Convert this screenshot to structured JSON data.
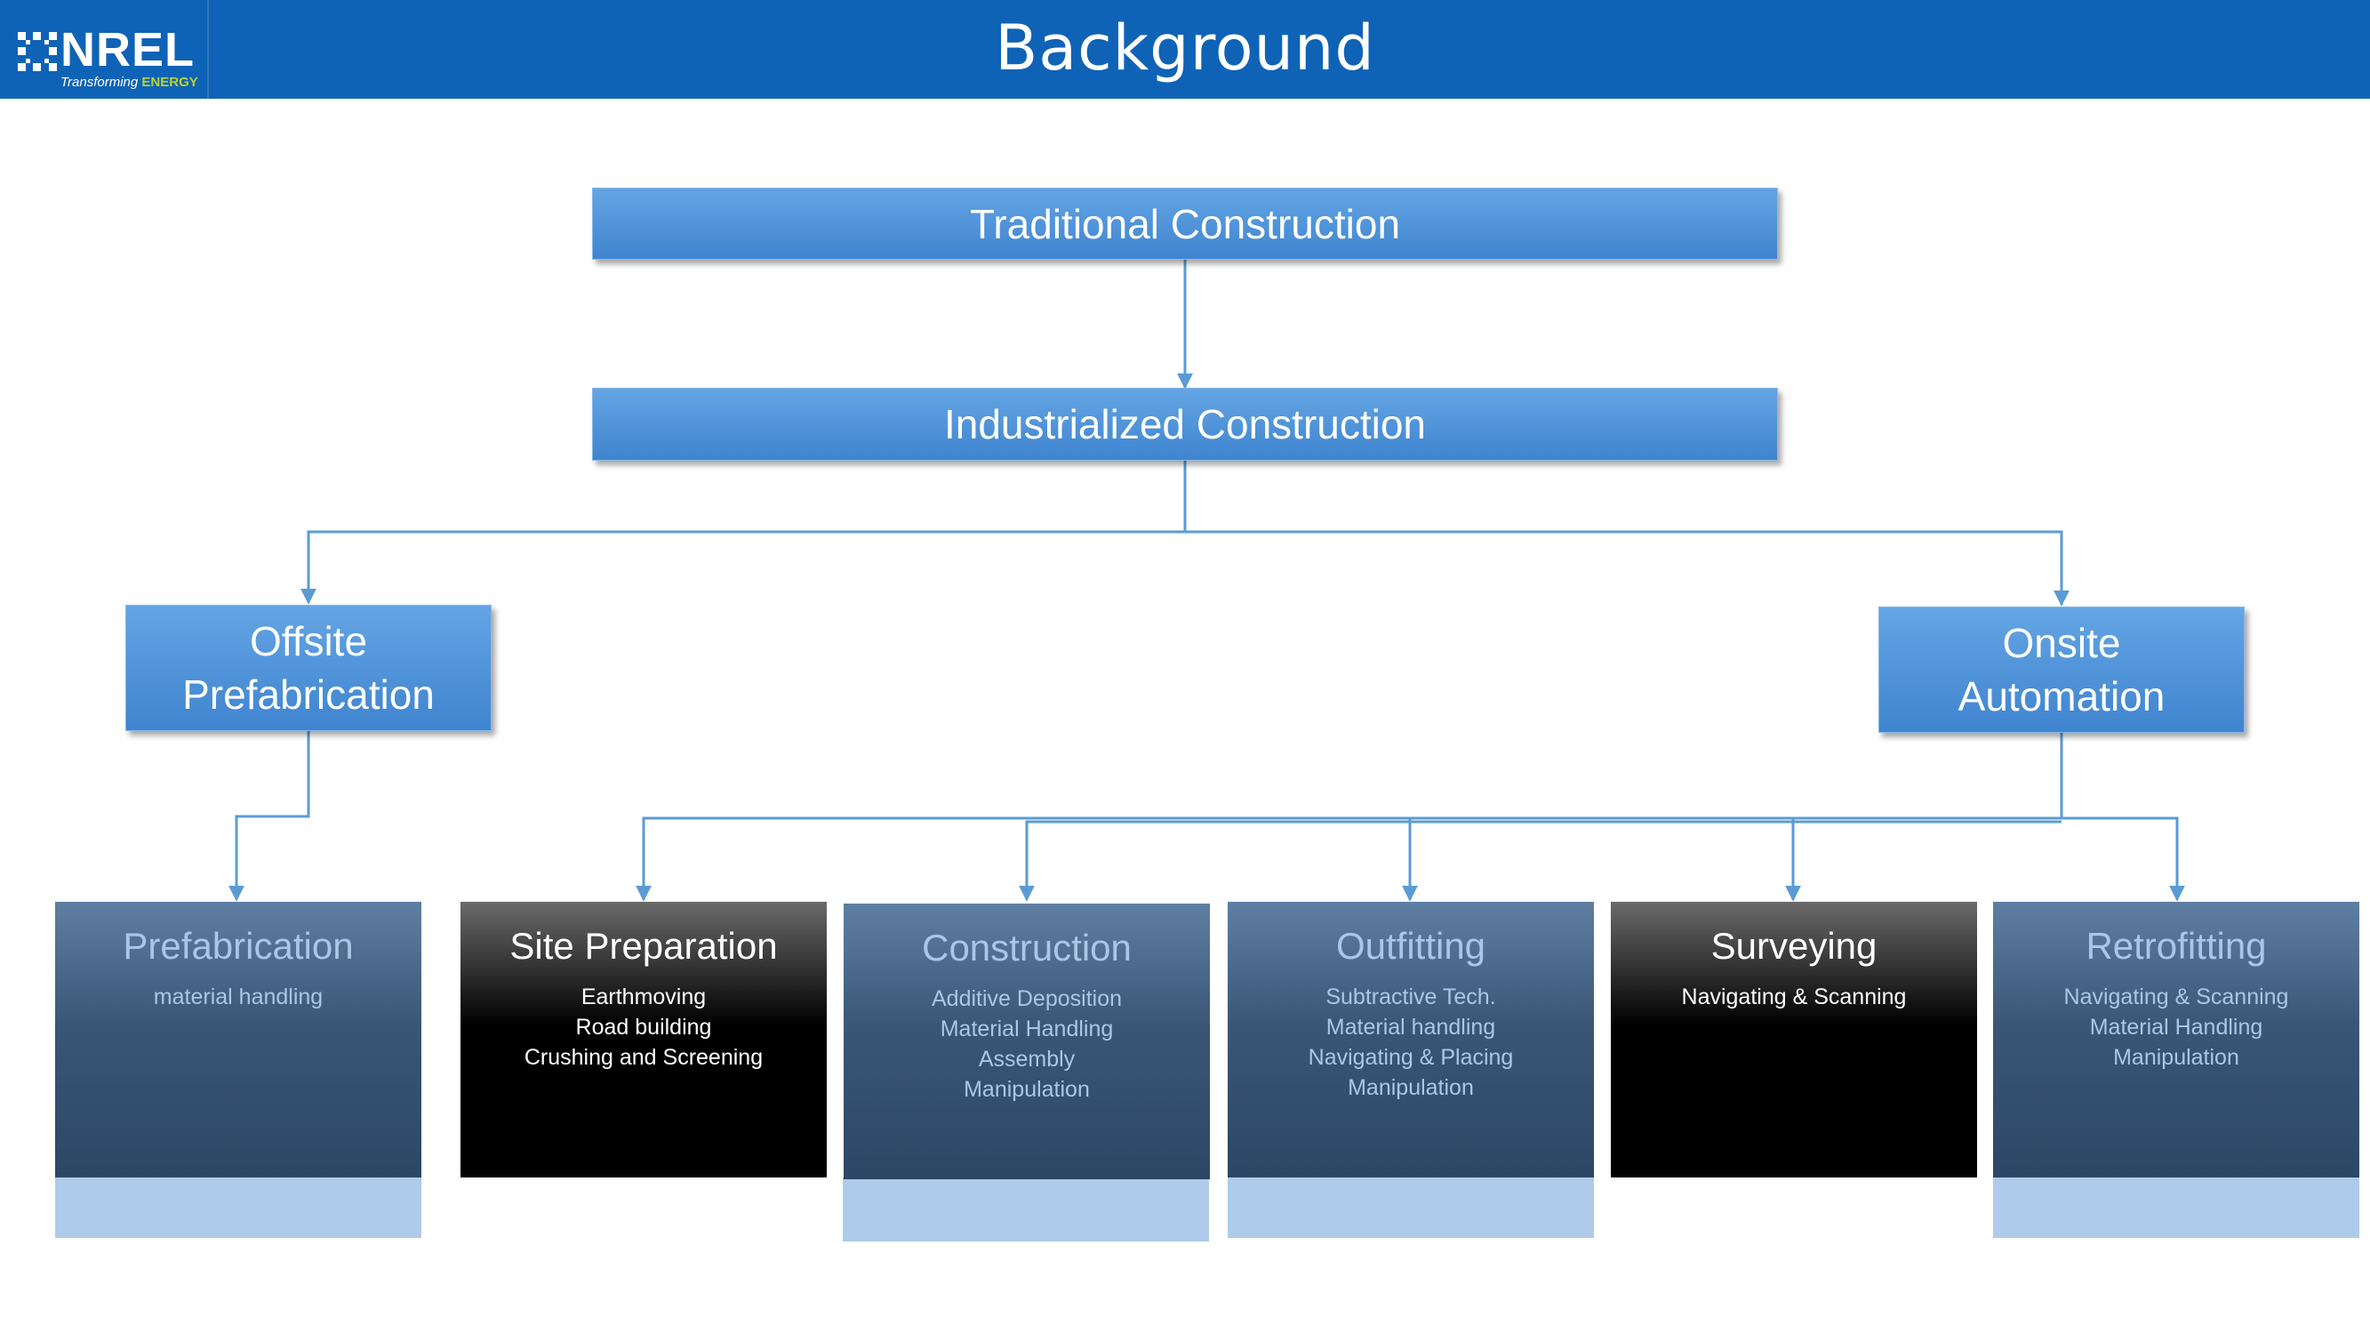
{
  "header": {
    "title": "Background",
    "logo": {
      "word": "NREL",
      "tagline_prefix": "Transforming ",
      "tagline_energy": "ENERGY"
    }
  },
  "diagram": {
    "root": "Traditional Construction",
    "level2": "Industrialized Construction",
    "offsite": {
      "line1": "Offsite",
      "line2": "Prefabrication"
    },
    "onsite": {
      "line1": "Onsite",
      "line2": "Automation"
    },
    "categories": [
      {
        "title": "Prefabrication",
        "style": "blue",
        "items": [
          "material handling"
        ]
      },
      {
        "title": "Site Preparation",
        "style": "dark",
        "items": [
          "Earthmoving",
          "Road building",
          "Crushing and Screening"
        ]
      },
      {
        "title": "Construction",
        "style": "blue",
        "items": [
          "Additive Deposition",
          "Material Handling",
          "Assembly",
          "Manipulation"
        ]
      },
      {
        "title": "Outfitting",
        "style": "blue",
        "items": [
          "Subtractive Tech.",
          "Material handling",
          "Navigating & Placing",
          "Manipulation"
        ]
      },
      {
        "title": "Surveying",
        "style": "dark",
        "items": [
          "Navigating & Scanning"
        ]
      },
      {
        "title": "Retrofitting",
        "style": "blue",
        "items": [
          "Navigating & Scanning",
          "Material Handling",
          "Manipulation"
        ]
      }
    ],
    "colors": {
      "header": "#0f63b6",
      "node": "#4a90d9",
      "connector": "#5b9bd5",
      "card_blue": "#3a5677",
      "card_dark": "#000000",
      "strip": "#aecbeb"
    }
  }
}
